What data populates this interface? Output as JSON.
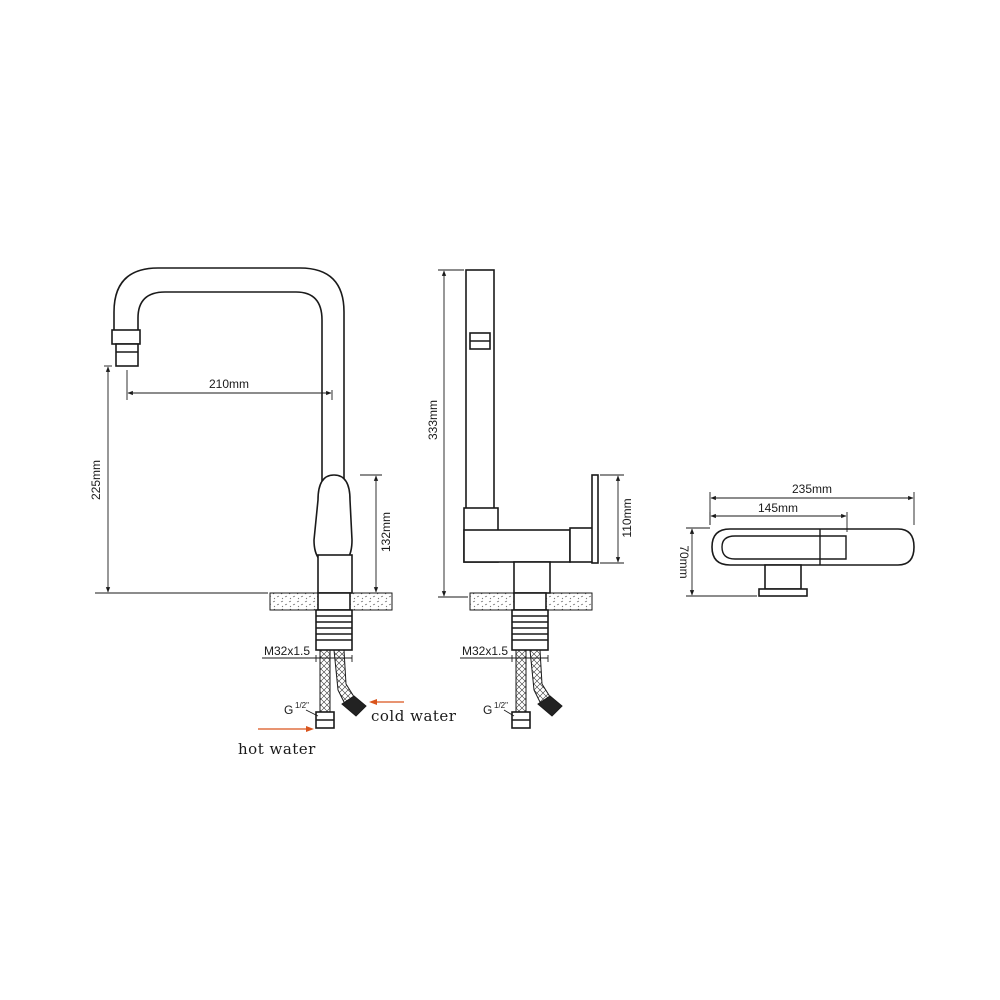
{
  "front_view": {
    "spout_reach": "210mm",
    "spout_height": "225mm",
    "handle_height": "132mm",
    "thread": "M32x1.5",
    "hose_thread_g": "G",
    "hose_thread_fraction": "1/2\"",
    "cold_label": "cold water",
    "hot_label": "hot water"
  },
  "side_view": {
    "total_height": "333mm",
    "lever_height": "110mm",
    "thread": "M32x1.5",
    "hose_thread_g": "G",
    "hose_thread_fraction": "1/2\""
  },
  "top_view": {
    "total_length": "235mm",
    "inner_length": "145mm",
    "height": "70mm"
  },
  "colors": {
    "line": "#1a1a1a",
    "arrow": "#d9541c"
  }
}
